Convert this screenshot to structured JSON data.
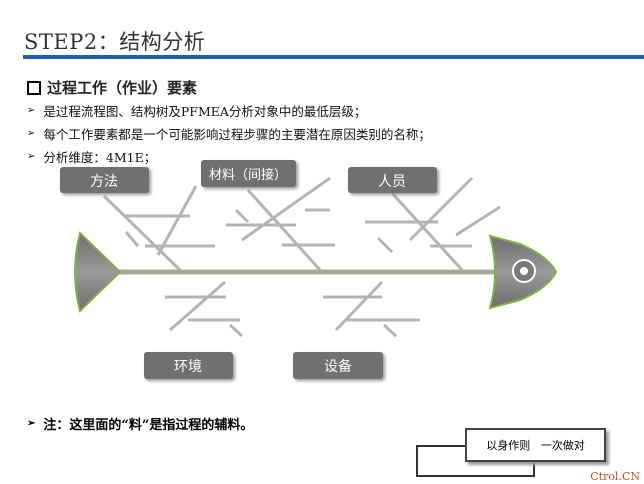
{
  "title": "STEP2：结构分析",
  "section_heading": "过程工作（作业）要素",
  "bullets": [
    "是过程流程图、结构树及PFMEA分析对象中的最低层级；",
    "每个工作要素都是一个可能影响过程步骤的主要潜在原因类别的名称；",
    "分析维度：4M1E；"
  ],
  "diagram": {
    "top_labels": [
      "方法",
      "材料（间接）",
      "人员"
    ],
    "bottom_labels": [
      "环境",
      "设备"
    ]
  },
  "note": "注：这里面的“料”是指过程的辅料。",
  "motto": "以身作则   一次做对",
  "brand": "Ctrol.CN",
  "colors": {
    "accent_bar": "#1f5fb4",
    "label_box": "#707070",
    "bone": "#b4b4b4",
    "fish": "#8a8a8a",
    "fish_outline": "#7cb342"
  }
}
